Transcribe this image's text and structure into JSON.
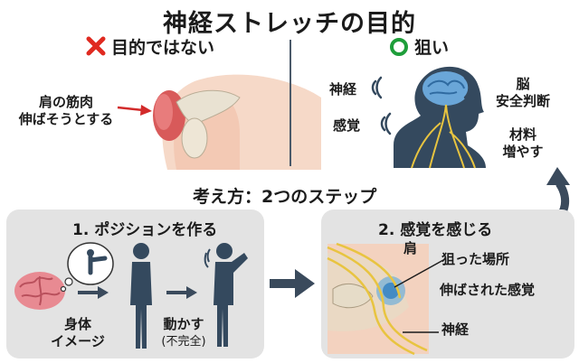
{
  "title": "神経ストレッチの目的",
  "left": {
    "heading": "目的ではない",
    "icon": "cross-icon",
    "annotation": [
      "肩の筋肉",
      "伸ばそうとする"
    ]
  },
  "right": {
    "heading": "狙い",
    "icon": "circle-icon",
    "labels": {
      "nerve": "神経",
      "sense": "感覚",
      "brain": [
        "脳",
        "安全判断"
      ],
      "material": [
        "材料",
        "増やす"
      ]
    }
  },
  "approach": {
    "heading": "考え方：2つのステップ",
    "step1": {
      "heading": "1. ポジションを作る",
      "image_label": [
        "身体",
        "イメージ"
      ],
      "move_label": [
        "動かす",
        "(不完全)"
      ]
    },
    "step2": {
      "heading": "2. 感覚を感じる",
      "labels": {
        "shoulder": "肩",
        "target": "狙った場所",
        "stretched": "伸ばされた感覚",
        "nerve": "神経"
      }
    }
  },
  "colors": {
    "cross": "#e02a20",
    "circle": "#1e9e3a",
    "arrow": "#3a4a5c",
    "nerve": "#e8c440",
    "silhouette": "#34495e",
    "panel": "#e3e3e3"
  }
}
